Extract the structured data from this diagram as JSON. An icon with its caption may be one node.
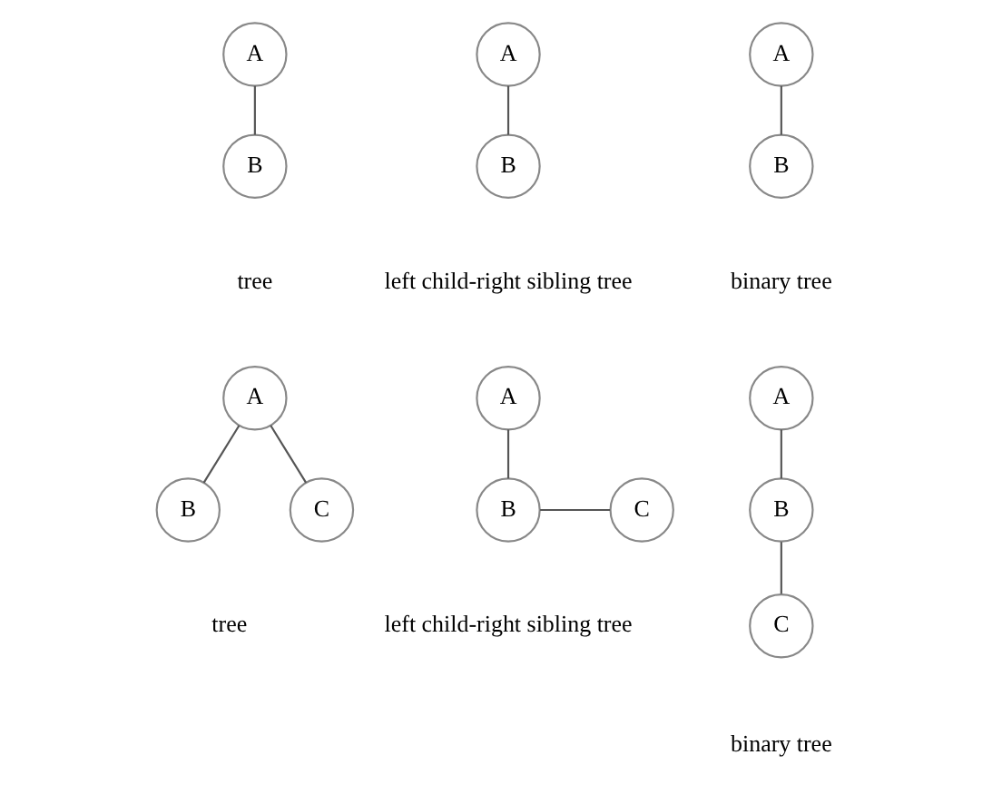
{
  "diagram": {
    "nodes": [
      {
        "text": [
          "A"
        ]
      },
      {
        "text": [
          "B"
        ]
      },
      {
        "text": [
          "A"
        ]
      },
      {
        "text": [
          "B"
        ]
      },
      {
        "text": [
          "A"
        ]
      },
      {
        "text": [
          "B"
        ]
      },
      {
        "text": [
          "A"
        ]
      },
      {
        "text": [
          "B"
        ]
      },
      {
        "text": [
          "C"
        ]
      },
      {
        "text": [
          "A"
        ]
      },
      {
        "text": [
          "B"
        ]
      },
      {
        "text": [
          "C"
        ]
      },
      {
        "text": [
          "A"
        ]
      },
      {
        "text": [
          "B"
        ]
      },
      {
        "text": [
          "C"
        ]
      }
    ],
    "edges": [
      {
        "from": 0,
        "to": 1,
        "arrow": "none"
      },
      {
        "from": 2,
        "to": 3,
        "arrow": "none"
      },
      {
        "from": 4,
        "to": 5,
        "arrow": "none"
      },
      {
        "from": 6,
        "to": 7,
        "arrow": "none"
      },
      {
        "from": 6,
        "to": 8,
        "arrow": "none"
      },
      {
        "from": 9,
        "to": 10,
        "arrow": "none"
      },
      {
        "from": 10,
        "to": 11,
        "arrow": "none"
      },
      {
        "from": 12,
        "to": 13,
        "arrow": "none"
      },
      {
        "from": 13,
        "to": 14,
        "arrow": "none"
      }
    ],
    "labels": [
      "tree",
      "left child-right sibling tree",
      "binary tree",
      "tree",
      "left child-right sibling tree",
      "binary tree"
    ]
  }
}
